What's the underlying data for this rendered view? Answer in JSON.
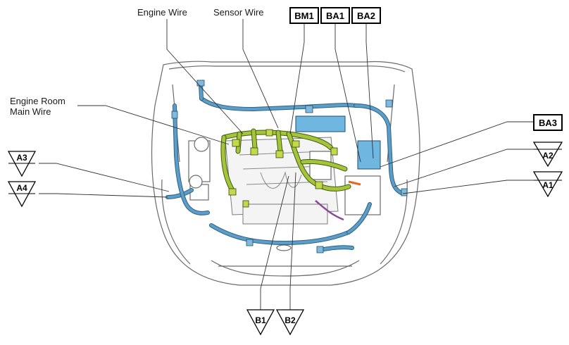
{
  "labels": {
    "engine_wire": "Engine Wire",
    "sensor_wire": "Sensor Wire",
    "engine_room_main_wire_line1": "Engine Room",
    "engine_room_main_wire_line2": "Main Wire"
  },
  "box_connectors": {
    "bm1": "BM1",
    "ba1": "BA1",
    "ba2": "BA2",
    "ba3": "BA3"
  },
  "triangle_connectors": {
    "a3": "A3",
    "a4": "A4",
    "a2": "A2",
    "a1": "A1",
    "b1": "B1",
    "b2": "B2"
  },
  "colors": {
    "engine_wire": "#a6c43a",
    "engine_room_main_wire": "#5b9ec9",
    "relay_block": "#6fb6e0"
  }
}
